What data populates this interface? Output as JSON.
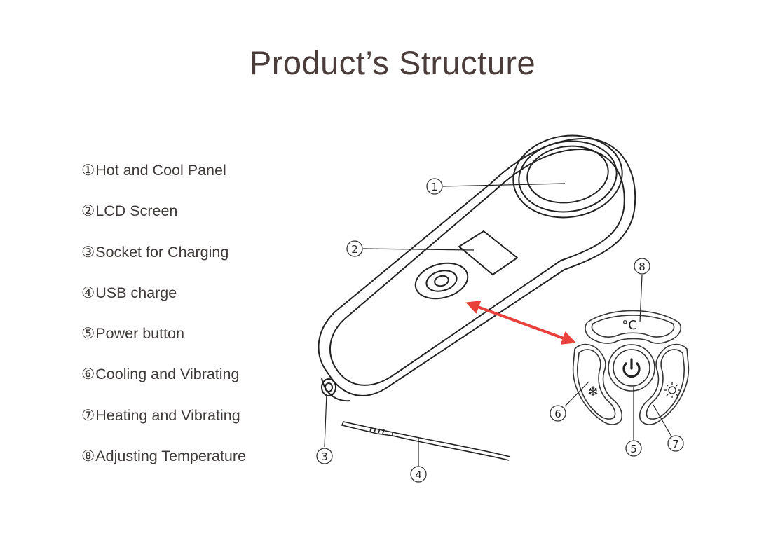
{
  "title": "Product’s Structure",
  "legend": [
    {
      "num": "①",
      "label": "Hot and Cool Panel"
    },
    {
      "num": "②",
      "label": "LCD Screen"
    },
    {
      "num": "③",
      "label": "Socket for Charging"
    },
    {
      "num": "④",
      "label": "USB charge"
    },
    {
      "num": "⑤",
      "label": "Power button"
    },
    {
      "num": "⑥",
      "label": "Cooling and Vibrating"
    },
    {
      "num": "⑦",
      "label": "Heating and Vibrating"
    },
    {
      "num": "⑧",
      "label": "Adjusting Temperature"
    }
  ],
  "callouts": {
    "c1": "1",
    "c2": "2",
    "c3": "3",
    "c4": "4",
    "c5": "5",
    "c6": "6",
    "c7": "7",
    "c8": "8"
  },
  "control_panel": {
    "temp_symbol": "°C",
    "cool_icon": "snowflake-icon",
    "heat_icon": "sun-icon",
    "power_icon": "power-icon"
  },
  "colors": {
    "title": "#4a3c3b",
    "text": "#3e3a39",
    "line": "#222222",
    "arrow": "#e8403a"
  }
}
